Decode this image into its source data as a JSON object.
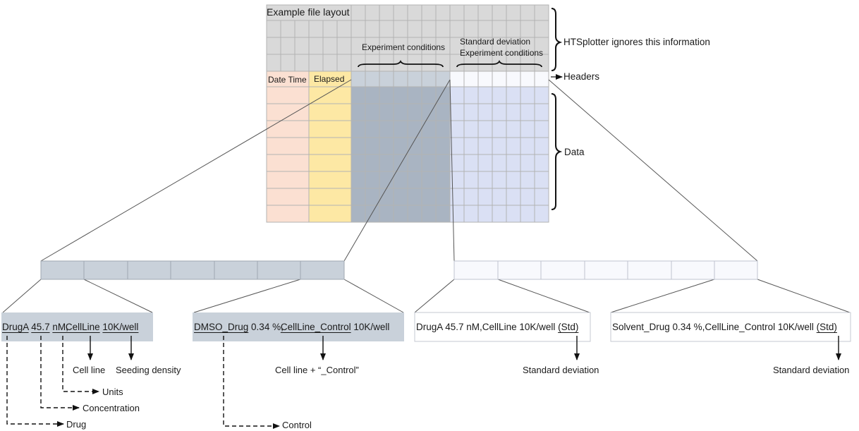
{
  "layout": {
    "title": "Example file layout",
    "experiment_conditions": "Experiment conditions",
    "std_line1": "Standard deviation",
    "std_line2": "Experiment conditions",
    "header_date": "Date Time",
    "header_elapsed": "Elapsed"
  },
  "side_labels": {
    "ignored": "HTSplotter ignores this information",
    "headers": "Headers",
    "data": "Data"
  },
  "examples": {
    "drug": {
      "drug": "DrugA",
      "concentration": "45.7",
      "units": "nM,",
      "cellline": "CellLine",
      "density": "10K/well"
    },
    "control": {
      "drug": "DMSO_Drug",
      "middle": "0.34 %,",
      "cellline": "CellLine_Control",
      "density": "10K/well"
    },
    "std_drug": {
      "text": "DrugA 45.7 nM,CellLine 10K/well ",
      "std": "(Std)"
    },
    "std_solvent": {
      "text": "Solvent_Drug 0.34 %,CellLine_Control 10K/well ",
      "std": "(Std)"
    }
  },
  "annotations": {
    "cell_line": "Cell line",
    "seeding_density": "Seeding density",
    "units": "Units",
    "concentration": "Concentration",
    "drug": "Drug",
    "control_cellline": "Cell line + “_Control”",
    "control": "Control",
    "std_dev_1": "Standard deviation",
    "std_dev_2": "Standard deviation"
  },
  "colors": {
    "meta_fill": "#d9d9d9",
    "date_fill": "#fbe0d2",
    "elapsed_fill": "#fde8a4",
    "exp_header_fill": "#c9d1da",
    "exp_data_fill": "#a9b4c2",
    "std_header_fill": "#f8f9fd",
    "std_data_fill": "#dae0f4",
    "grid_line": "#b3b3b3"
  }
}
